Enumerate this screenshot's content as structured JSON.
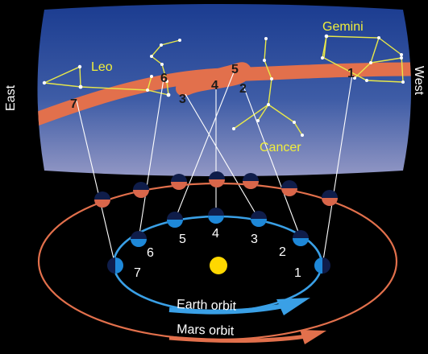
{
  "sky": {
    "side_left": "East",
    "side_right": "West",
    "constellations": [
      "Leo",
      "Gemini",
      "Cancer"
    ],
    "mars_sky_positions": [
      "7",
      "6",
      "3",
      "4",
      "5",
      "2",
      "1"
    ]
  },
  "earth_positions": [
    "7",
    "6",
    "5",
    "4",
    "3",
    "2",
    "1"
  ],
  "orbits": {
    "earth_label": "Earth orbit",
    "mars_label": "Mars orbit"
  },
  "colors": {
    "sky_top": "#1e3f92",
    "sky_bottom": "#8f95c2",
    "ecliptic_band": "#e2704c",
    "star_lines": "#e8e84a",
    "earth_orbit": "#3aa0e6",
    "mars_orbit": "#e2704c",
    "earth_dot": "#1e88d8",
    "mars_dot": "#d9664a",
    "sun": "#ffd800",
    "label_yellow": "#f0ee3c"
  }
}
